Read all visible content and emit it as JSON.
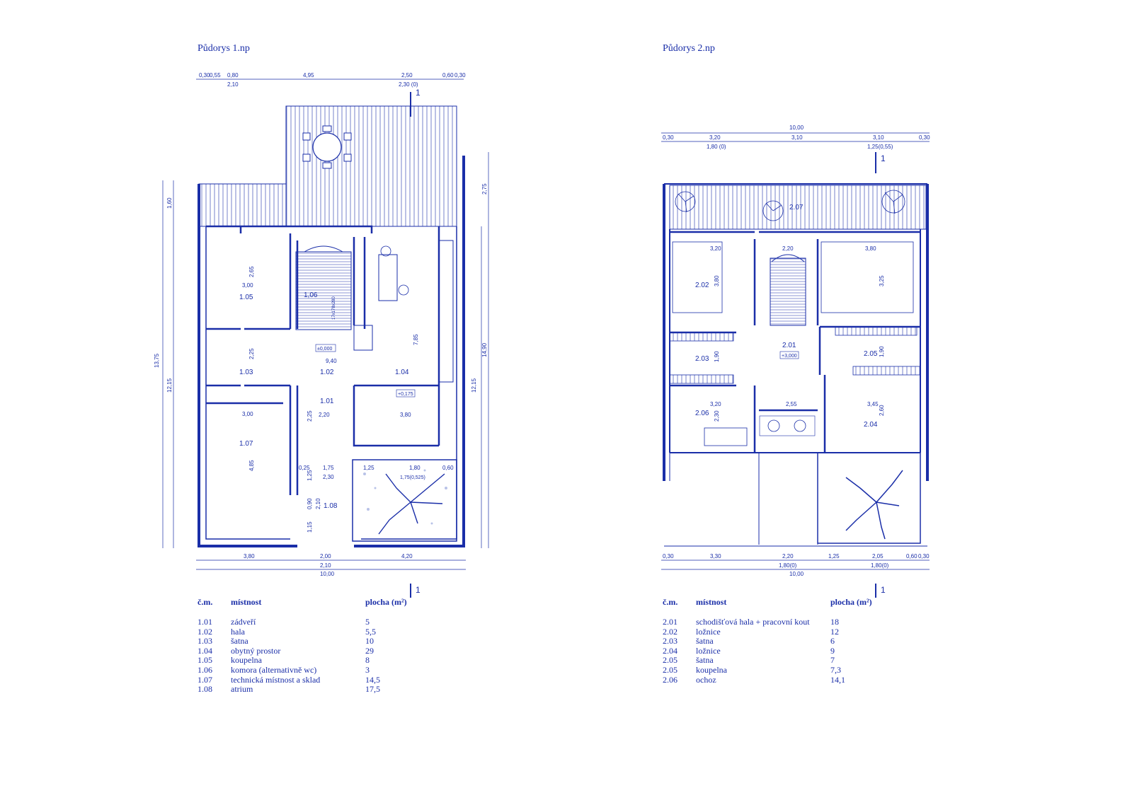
{
  "plans": [
    {
      "title": "Půdorys 1.np",
      "dims_top": [
        "0,30",
        "0,55",
        "0,80",
        "4,95",
        "2,50",
        "0,60",
        "0,30"
      ],
      "dims_top_sub": [
        "2,10",
        "2,30 (0)"
      ],
      "dims_bottom": [
        "3,80",
        "2,00",
        "4,20"
      ],
      "dims_bottom_sub": "2,10",
      "dims_bottom_total": "10,00",
      "dims_left": [
        "1,60",
        "12,15",
        "13,75"
      ],
      "dims_right": [
        "2,75",
        "12,15",
        "14,90"
      ],
      "room_labels": [
        "1,06",
        "1.05",
        "1.03",
        "1.02",
        "1.04",
        "1.01",
        "1.07",
        "1.08"
      ],
      "inner_dims": [
        "2,65",
        "3,00",
        "17x178x280",
        "2,25",
        "9,40",
        "7,85",
        "3,00",
        "2,25",
        "2,20",
        "3,80",
        "4,85",
        "0,25",
        "1,75",
        "2,30",
        "1,25",
        "0,90",
        "2,10",
        "1,15",
        "1,25",
        "1,80",
        "0,60",
        "1,75(0,525)"
      ],
      "levels": [
        "±0,000",
        "+0,175"
      ],
      "section_mark": "1"
    },
    {
      "title": "Půdorys 2.np",
      "dims_top_total": "10,00",
      "dims_top": [
        "0,30",
        "3,20",
        "3,10",
        "3,10",
        "0,30"
      ],
      "dims_top_sub": [
        "1,80 (0)",
        "1,25(0,55)"
      ],
      "dims_bottom": [
        "0,30",
        "3,30",
        "2,20",
        "1,25",
        "2,05",
        "0,60",
        "0,30"
      ],
      "dims_bottom_sub": [
        "1,80(0)",
        "1,80(0)"
      ],
      "dims_bottom_total": "10,00",
      "room_labels": [
        "2.07",
        "2.02",
        "2.03",
        "2.01",
        "2.05",
        "2.06",
        "2.04"
      ],
      "inner_dims": [
        "3,20",
        "2,20",
        "3,80",
        "3,80",
        "3,25",
        "1,90",
        "1,90",
        "3,20",
        "2,30",
        "2,55",
        "3,45",
        "2,60"
      ],
      "levels": [
        "+3,000"
      ],
      "section_mark": "1"
    }
  ],
  "tables": [
    {
      "headers": [
        "č.m.",
        "místnost",
        "plocha (m²)"
      ],
      "rows": [
        [
          "1.01",
          "zádveří",
          "5"
        ],
        [
          "1.02",
          "hala",
          "5,5"
        ],
        [
          "1.03",
          "šatna",
          "10"
        ],
        [
          "1.04",
          "obytný prostor",
          "29"
        ],
        [
          "1.05",
          "koupelna",
          "8"
        ],
        [
          "1.06",
          "komora (alternativně wc)",
          "3"
        ],
        [
          "1.07",
          "technická místnost a sklad",
          "14,5"
        ],
        [
          "1.08",
          "atrium",
          "17,5"
        ]
      ]
    },
    {
      "headers": [
        "č.m.",
        "místnost",
        "plocha (m²)"
      ],
      "rows": [
        [
          "2.01",
          "schodišťová hala + pracovní kout",
          "18"
        ],
        [
          "2.02",
          "ložnice",
          "12"
        ],
        [
          "2.03",
          "šatna",
          "6"
        ],
        [
          "2.04",
          "ložnice",
          "9"
        ],
        [
          "2.05",
          "šatna",
          "7"
        ],
        [
          "2.05",
          "koupelna",
          "7,3"
        ],
        [
          "2.06",
          "ochoz",
          "14,1"
        ]
      ]
    }
  ],
  "colors": {
    "ink": "#1a2ea8",
    "light": "#8a9ad8",
    "accent": "#e58fb0"
  }
}
